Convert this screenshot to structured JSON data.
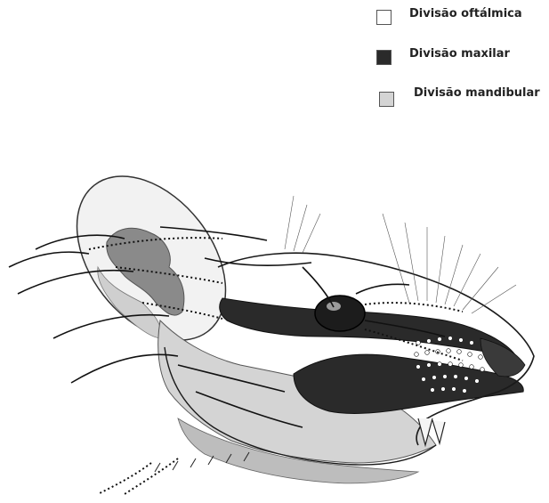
{
  "legend": {
    "items": [
      {
        "label": "Divisão oftálmica",
        "color": "#ffffff"
      },
      {
        "label": "Divisão maxilar",
        "color": "#2a2a2a"
      },
      {
        "label": "Divisão mandibular",
        "color": "#d4d4d4"
      }
    ]
  },
  "colors": {
    "ophthalmic": "#ffffff",
    "maxillary": "#2a2a2a",
    "mandibular": "#d4d4d4",
    "ear_mid": "#8a8a8a",
    "outline": "#1a1a1a"
  }
}
